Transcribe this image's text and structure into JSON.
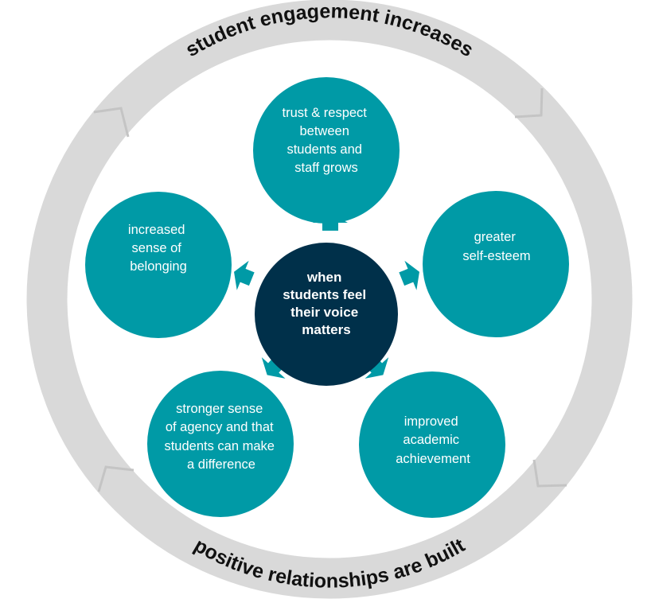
{
  "diagram": {
    "title": "Student voice cycle",
    "colors": {
      "ring": "#d9d9d9",
      "ring_chevron": "#c4c4c4",
      "node": "#009aa6",
      "center": "#00304a",
      "arrow": "#009aa6",
      "ring_text": "#111111",
      "node_text": "#ffffff"
    },
    "ring_labels": {
      "top": "student engagement increases",
      "bottom": "positive relationships are built"
    },
    "center": {
      "lines": [
        "when",
        "students feel",
        "their voice",
        "matters"
      ]
    },
    "nodes": [
      {
        "id": "trust",
        "lines": [
          "trust & respect",
          "between",
          "students and",
          "staff grows"
        ]
      },
      {
        "id": "self-esteem",
        "lines": [
          "greater",
          "self-esteem"
        ]
      },
      {
        "id": "achievement",
        "lines": [
          "improved",
          "academic",
          "achievement"
        ]
      },
      {
        "id": "agency",
        "lines": [
          "stronger sense",
          "of agency and that",
          "students can make",
          "a difference"
        ]
      },
      {
        "id": "belonging",
        "lines": [
          "increased",
          "sense of",
          "belonging"
        ]
      }
    ]
  }
}
